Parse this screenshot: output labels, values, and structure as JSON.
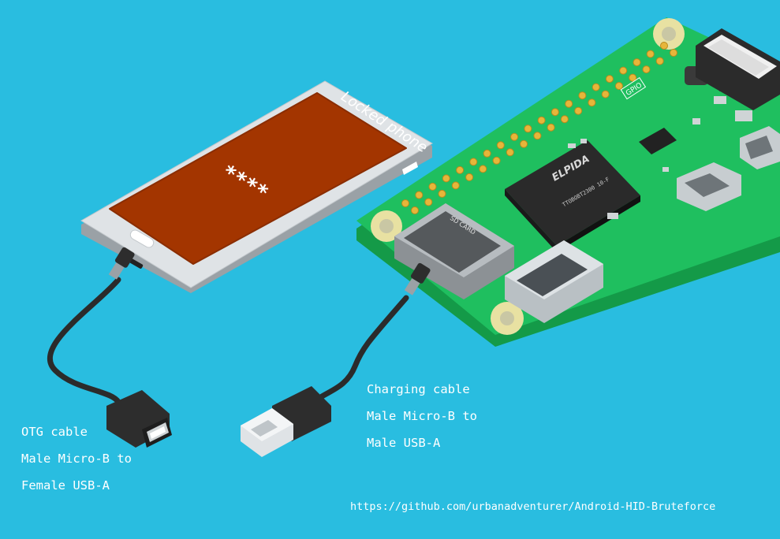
{
  "background_color": "#29bde0",
  "phone": {
    "label": "Locked phone",
    "pin_display": "****",
    "screen_color": "#a33500",
    "body_color": "#d9dde0"
  },
  "board": {
    "color": "#1fbf5f",
    "chip_brand": "ELPIDA",
    "chip_code": "TTOBOBT2300 10-F",
    "card_slot_label": "SD CARD",
    "gpio_label": "GPIO"
  },
  "captions": {
    "otg": [
      "OTG cable",
      "Male Micro-B to",
      "Female USB-A"
    ],
    "charging": [
      "Charging cable",
      "Male Micro-B to",
      "Male USB-A"
    ]
  },
  "url": "https://github.com/urbanadventurer/Android-HID-Bruteforce"
}
